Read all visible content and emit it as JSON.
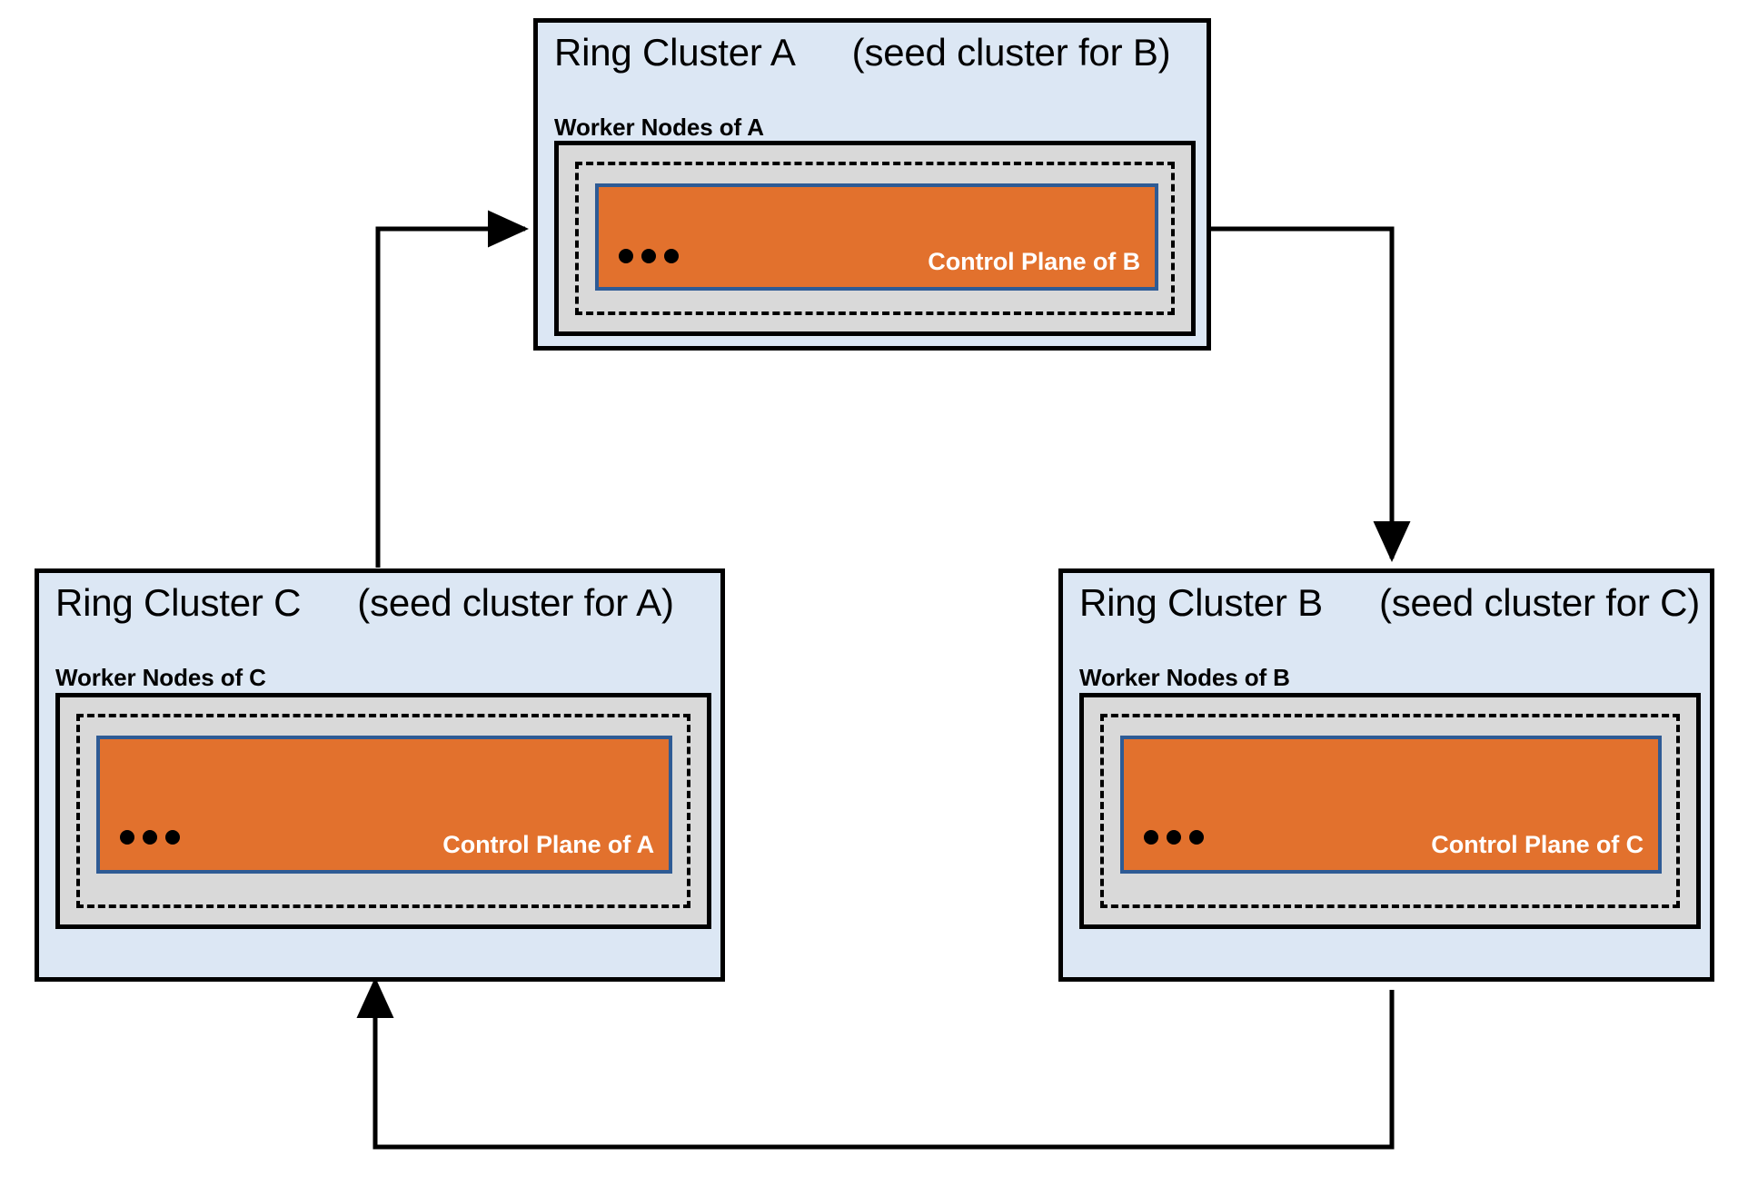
{
  "diagram": {
    "title_style": "ring-of-clusters",
    "colors": {
      "cluster_fill": "#DCE7F4",
      "worker_fill": "#D9D9D9",
      "control_plane_fill": "#E2712D",
      "control_plane_border": "#2E5B95",
      "line": "#000000",
      "label_text": "#000000",
      "control_plane_text": "#FFFFFF"
    },
    "clusters": [
      {
        "id": "a",
        "title": "Ring Cluster A",
        "seed_note": "(seed cluster for B)",
        "worker_label": "Worker Nodes of A",
        "control_plane_label": "Control Plane of B",
        "ellipsis": "•••"
      },
      {
        "id": "c",
        "title": "Ring Cluster C",
        "seed_note": "(seed cluster for A)",
        "worker_label": "Worker Nodes of C",
        "control_plane_label": "Control Plane of A",
        "ellipsis": "•••"
      },
      {
        "id": "b",
        "title": "Ring Cluster B",
        "seed_note": "(seed cluster for C)",
        "worker_label": "Worker Nodes of B",
        "control_plane_label": "Control Plane of C",
        "ellipsis": "•••"
      }
    ],
    "connections": [
      {
        "from": "a",
        "to": "b",
        "name": "arrow-a-to-b"
      },
      {
        "from": "b",
        "to": "c",
        "name": "arrow-b-to-c"
      },
      {
        "from": "c",
        "to": "a",
        "name": "arrow-c-to-a"
      }
    ]
  }
}
